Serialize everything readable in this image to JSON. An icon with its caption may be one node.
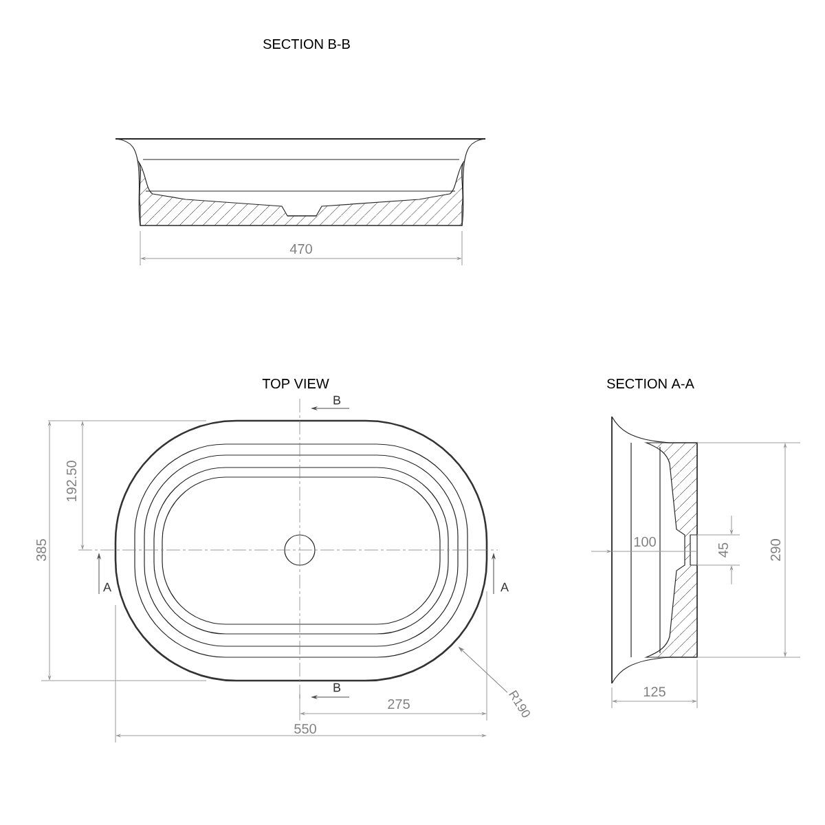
{
  "diagram": {
    "nodes": [
      {
        "text": [
          "R190"
        ]
      },
      {
        "text": [],
        "shape": "picture"
      }
    ],
    "edges": [
      {
        "from": 0,
        "to": 1,
        "arrow": "to"
      }
    ],
    "labels": [
      "SECTION B-B",
      "470",
      "TOP VIEW",
      "SECTION A-A",
      "B",
      "192.50",
      "385",
      "100",
      "45",
      "290",
      "A",
      "A",
      "B",
      "275",
      "550",
      "125"
    ]
  }
}
